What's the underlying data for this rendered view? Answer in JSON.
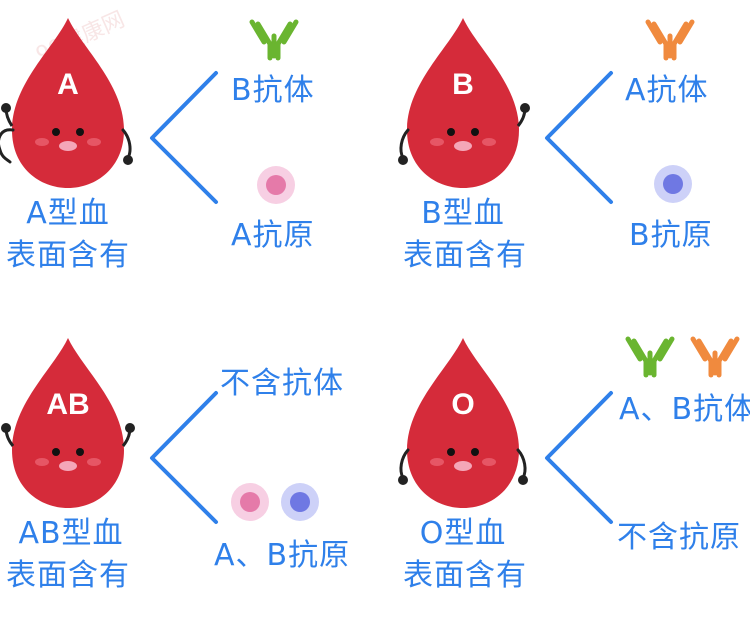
{
  "colors": {
    "blue_text": "#2f80ea",
    "drop_red": "#d52b3a",
    "antibody_b": "#6ab530",
    "antibody_a": "#f08a3e",
    "antigen_a_fill": "#e57aa9",
    "antigen_a_ring": "#f7cfe3",
    "antigen_b_fill": "#6f78e3",
    "antigen_b_ring": "#cdd1f8"
  },
  "watermark": "99健康网",
  "panels": [
    {
      "id": "A",
      "drop_letter": "A",
      "caption_line1": "A型血",
      "caption_line2": "表面含有",
      "antibody_label": "B抗体",
      "antibody_icons": [
        "antibody-b-icon"
      ],
      "antigen_label": "A抗原",
      "antigen_icons": [
        "antigen-a-icon"
      ]
    },
    {
      "id": "B",
      "drop_letter": "B",
      "caption_line1": "B型血",
      "caption_line2": "表面含有",
      "antibody_label": "A抗体",
      "antibody_icons": [
        "antibody-a-icon"
      ],
      "antigen_label": "B抗原",
      "antigen_icons": [
        "antigen-b-icon"
      ]
    },
    {
      "id": "AB",
      "drop_letter": "AB",
      "caption_line1": "AB型血",
      "caption_line2": "表面含有",
      "antibody_label": "不含抗体",
      "antibody_icons": [],
      "antigen_label": "A、B抗原",
      "antigen_icons": [
        "antigen-a-icon",
        "antigen-b-icon"
      ]
    },
    {
      "id": "O",
      "drop_letter": "O",
      "caption_line1": "O型血",
      "caption_line2": "表面含有",
      "antibody_label": "A、B抗体",
      "antibody_icons": [
        "antibody-b-icon",
        "antibody-a-icon"
      ],
      "antigen_label": "不含抗原",
      "antigen_icons": []
    }
  ]
}
